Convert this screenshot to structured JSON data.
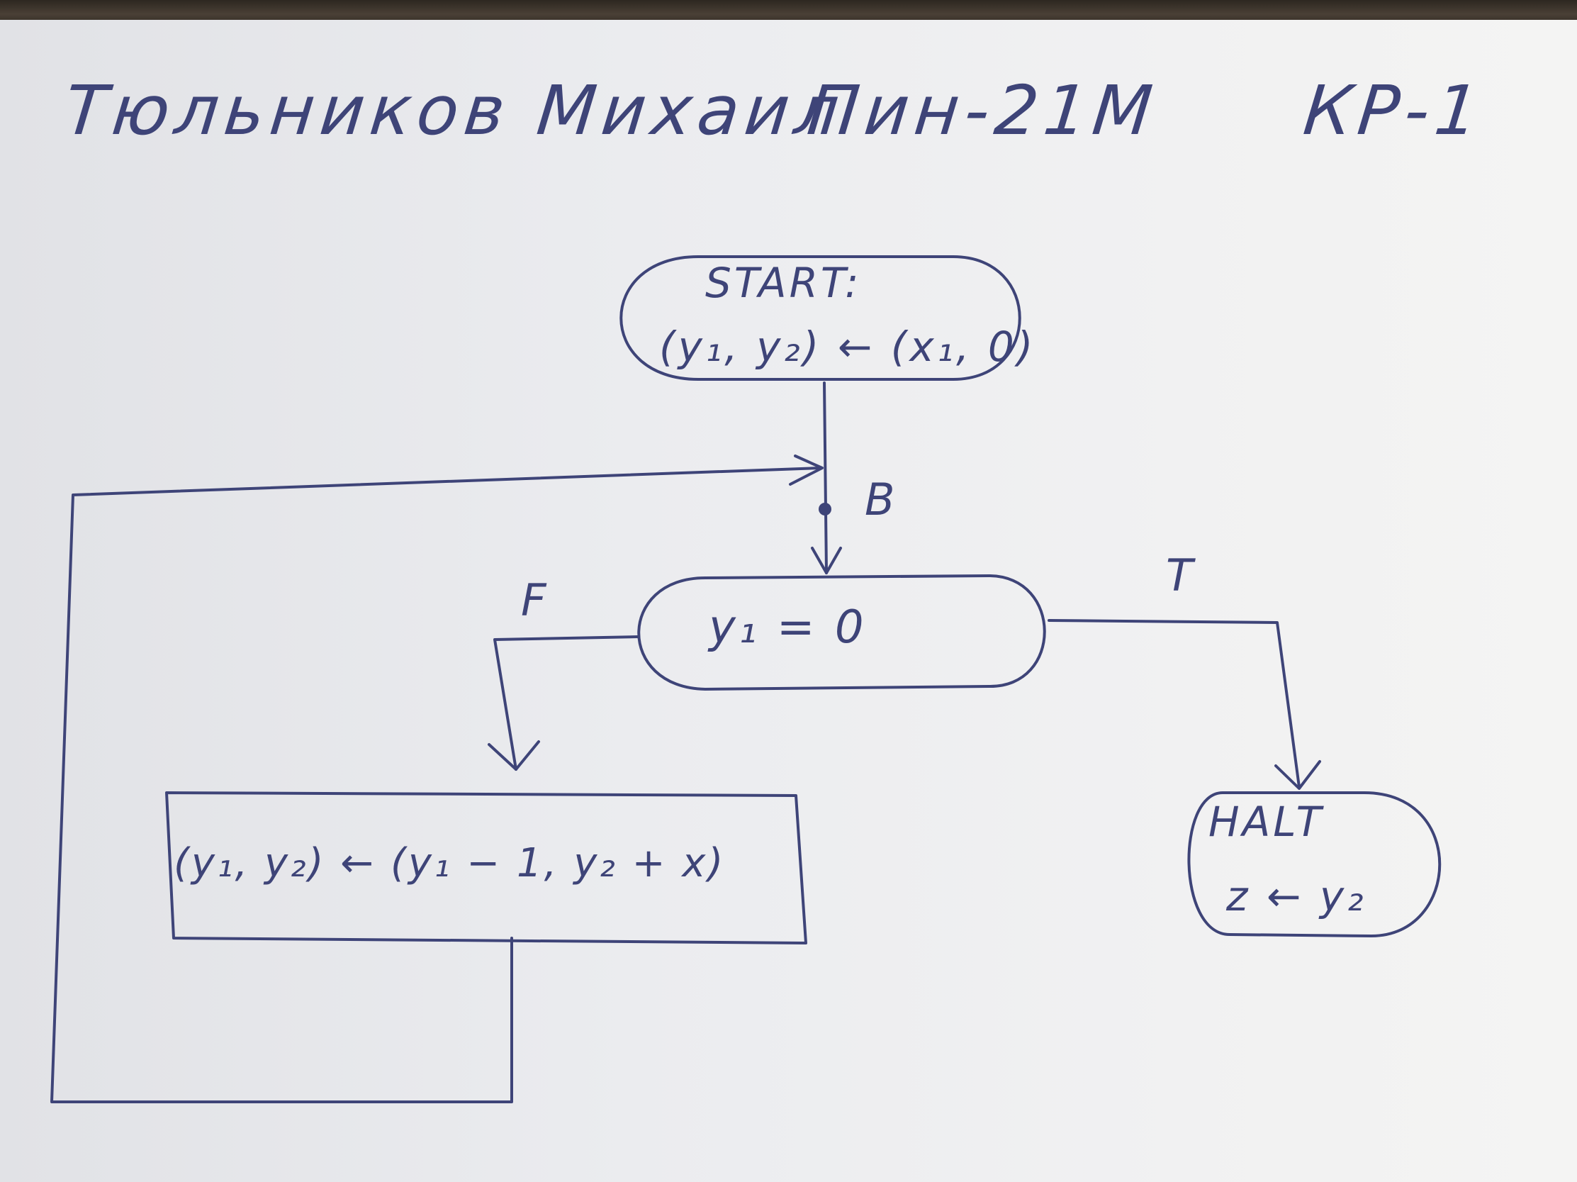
{
  "header": {
    "author": "Тюльников Михаил",
    "group": "Пин-21М",
    "work": "КР-1"
  },
  "flowchart": {
    "start": {
      "keyword": "START:",
      "assignment": "(y₁, y₂) ← (x₁, 0)"
    },
    "point_label": "B",
    "condition": "y₁ = 0",
    "true_label": "T",
    "false_label": "F",
    "process": "(y₁, y₂) ← (y₁ − 1, y₂ + x)",
    "halt": {
      "keyword": "HALT",
      "assignment": "z ← y₂"
    }
  },
  "colors": {
    "ink": "#3e4478",
    "paper": "#eceded",
    "desk": "#3a332b"
  }
}
